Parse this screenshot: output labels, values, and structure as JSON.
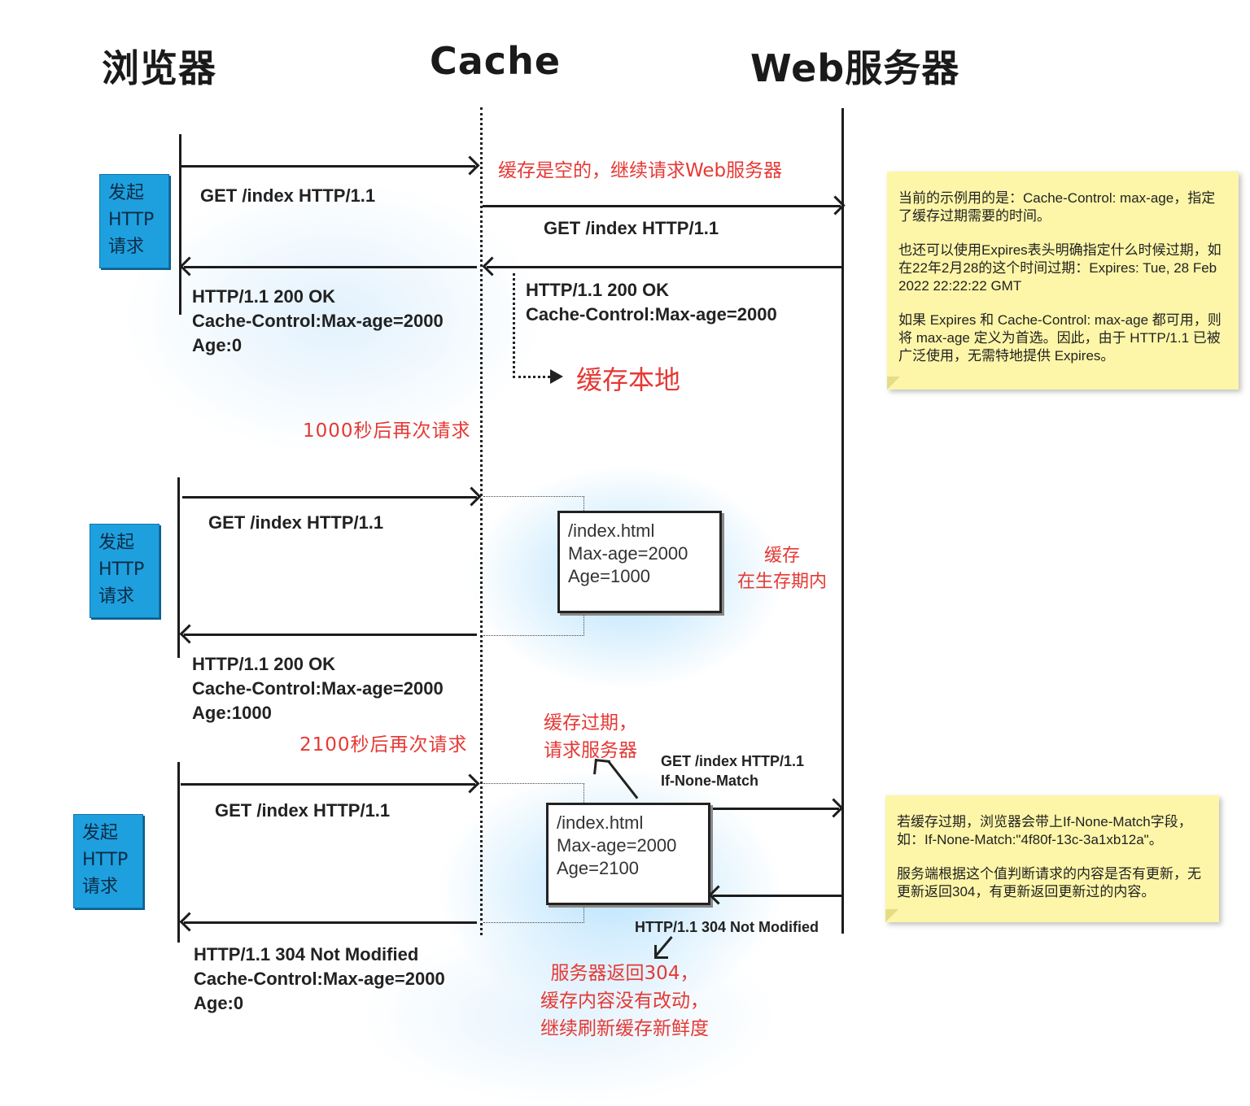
{
  "headers": {
    "browser": "浏览器",
    "cache": "Cache",
    "server": "Web服务器"
  },
  "request_label": [
    "发起",
    "HTTP",
    "请求"
  ],
  "round1": {
    "browser_request": "GET /index HTTP/1.1",
    "cache_note": "缓存是空的，继续请求Web服务器",
    "server_request": "GET /index HTTP/1.1",
    "server_response": [
      "HTTP/1.1 200 OK",
      "Cache-Control:Max-age=2000"
    ],
    "cache_store": "缓存本地",
    "browser_response": [
      "HTTP/1.1 200 OK",
      "Cache-Control:Max-age=2000",
      "Age:0"
    ]
  },
  "delay1": "1000秒后再次请求",
  "round2": {
    "browser_request": "GET /index HTTP/1.1",
    "cache_entry": [
      "/index.html",
      "Max-age=2000",
      "Age=1000"
    ],
    "cache_note": [
      "缓存",
      "在生存期内"
    ],
    "browser_response": [
      "HTTP/1.1 200 OK",
      "Cache-Control:Max-age=2000",
      "Age:1000"
    ]
  },
  "delay2": "2100秒后再次请求",
  "round3": {
    "browser_request": "GET /index HTTP/1.1",
    "expired_note": [
      "缓存过期，",
      "请求服务器"
    ],
    "server_request": [
      "GET /index HTTP/1.1",
      "If-None-Match"
    ],
    "cache_entry": [
      "/index.html",
      "Max-age=2000",
      "Age=2100"
    ],
    "server_response": "HTTP/1.1 304 Not Modified",
    "server_note": [
      "服务器返回304，",
      "缓存内容没有改动，",
      "继续刷新缓存新鲜度"
    ],
    "browser_response": [
      "HTTP/1.1 304 Not Modified",
      "Cache-Control:Max-age=2000",
      "Age:0"
    ]
  },
  "notes": {
    "top": [
      "当前的示例用的是：Cache-Control: max-age，指定了缓存过期需要的时间。",
      "也还可以使用Expires表头明确指定什么时候过期，如在22年2月28的这个时间过期：Expires: Tue, 28 Feb 2022 22:22:22 GMT",
      "如果 Expires 和 Cache-Control: max-age 都可用，则将 max-age 定义为首选。因此，由于 HTTP/1.1 已被广泛使用，无需特地提供 Expires。"
    ],
    "bottom": [
      "若缓存过期，浏览器会带上If-None-Match字段，如：If-None-Match:\"4f80f-13c-3a1xb12a\"。",
      "服务端根据这个值判断请求的内容是否有更新，无更新返回304，有更新返回更新过的内容。"
    ]
  },
  "colors": {
    "accent_red": "#e53935",
    "request_box": "#1ea0df",
    "note_bg": "#fdf6a8"
  }
}
